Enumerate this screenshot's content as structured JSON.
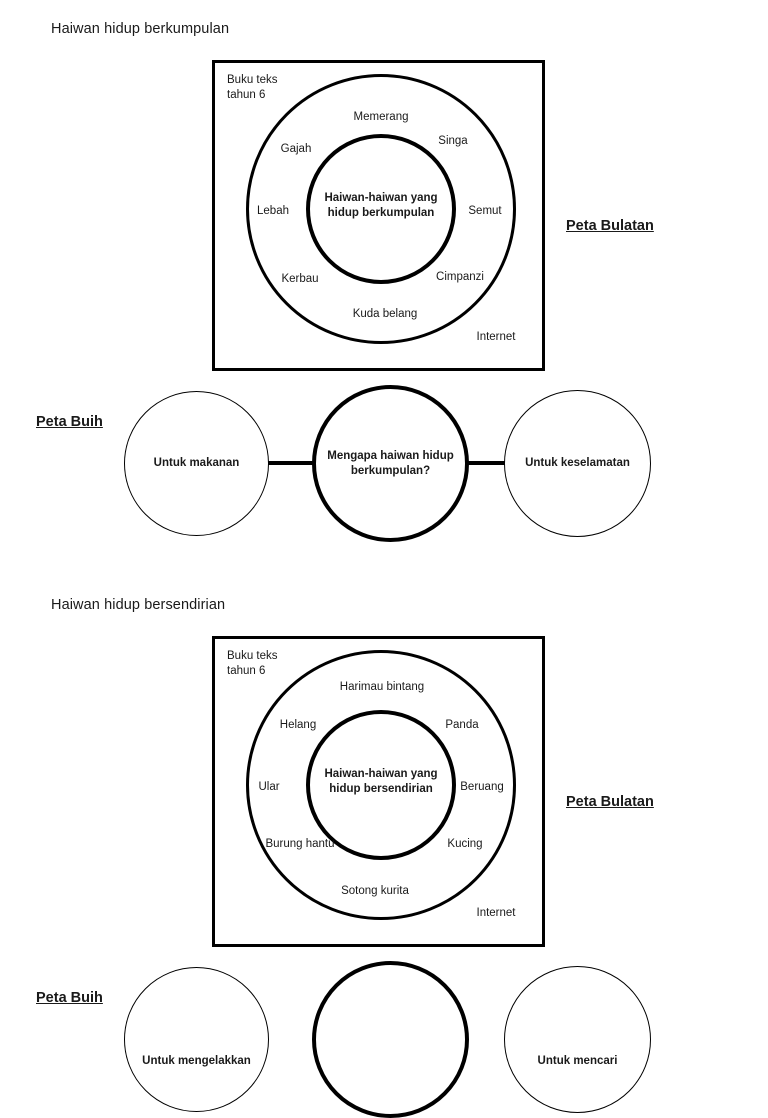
{
  "document": {
    "title": "Haiwan hidup berkumpulan / bersendirian — Peta Bulatan & Peta Buih"
  },
  "sections": [
    {
      "id": "berkumpulan",
      "heading": "Haiwan hidup berkumpulan",
      "map_type_label": "Peta Bulatan",
      "circle_map": {
        "source_note": "Buku teks\ntahun 6",
        "center_text": "Haiwan-haiwan  yang\nhidup berkumpulan",
        "items": [
          "Memerang",
          "Singa",
          "Gajah",
          "Lebah",
          "Semut",
          "Kerbau",
          "Cimpanzi",
          "Kuda belang",
          "Internet"
        ]
      }
    },
    {
      "id": "bersendirian",
      "heading": "Haiwan hidup bersendirian",
      "map_type_label": "Peta Bulatan",
      "circle_map": {
        "source_note": "Buku teks\ntahun 6",
        "center_text": "Haiwan-haiwan  yang\nhidup bersendirian",
        "items": [
          "Harimau bintang",
          "Helang",
          "Panda",
          "Ular",
          "Beruang",
          "Burung hantu",
          "Kucing",
          "Sotong kurita",
          "Internet"
        ]
      }
    }
  ],
  "bubble_maps": [
    {
      "id": "bubble-berkumpulan",
      "map_type_label": "Peta Buih",
      "left_bubble": "Untuk makanan",
      "center_bubble": "Mengapa haiwan hidup\nberkumpulan?",
      "right_bubble": "Untuk keselamatan"
    },
    {
      "id": "bubble-bersendirian",
      "map_type_label": "Peta Buih",
      "left_bubble": "Untuk mengelakkan",
      "center_bubble": "",
      "right_bubble": "Untuk mencari"
    }
  ],
  "colors": {
    "ink": "#1a1a1a",
    "stroke": "#000000",
    "background": "#ffffff"
  }
}
